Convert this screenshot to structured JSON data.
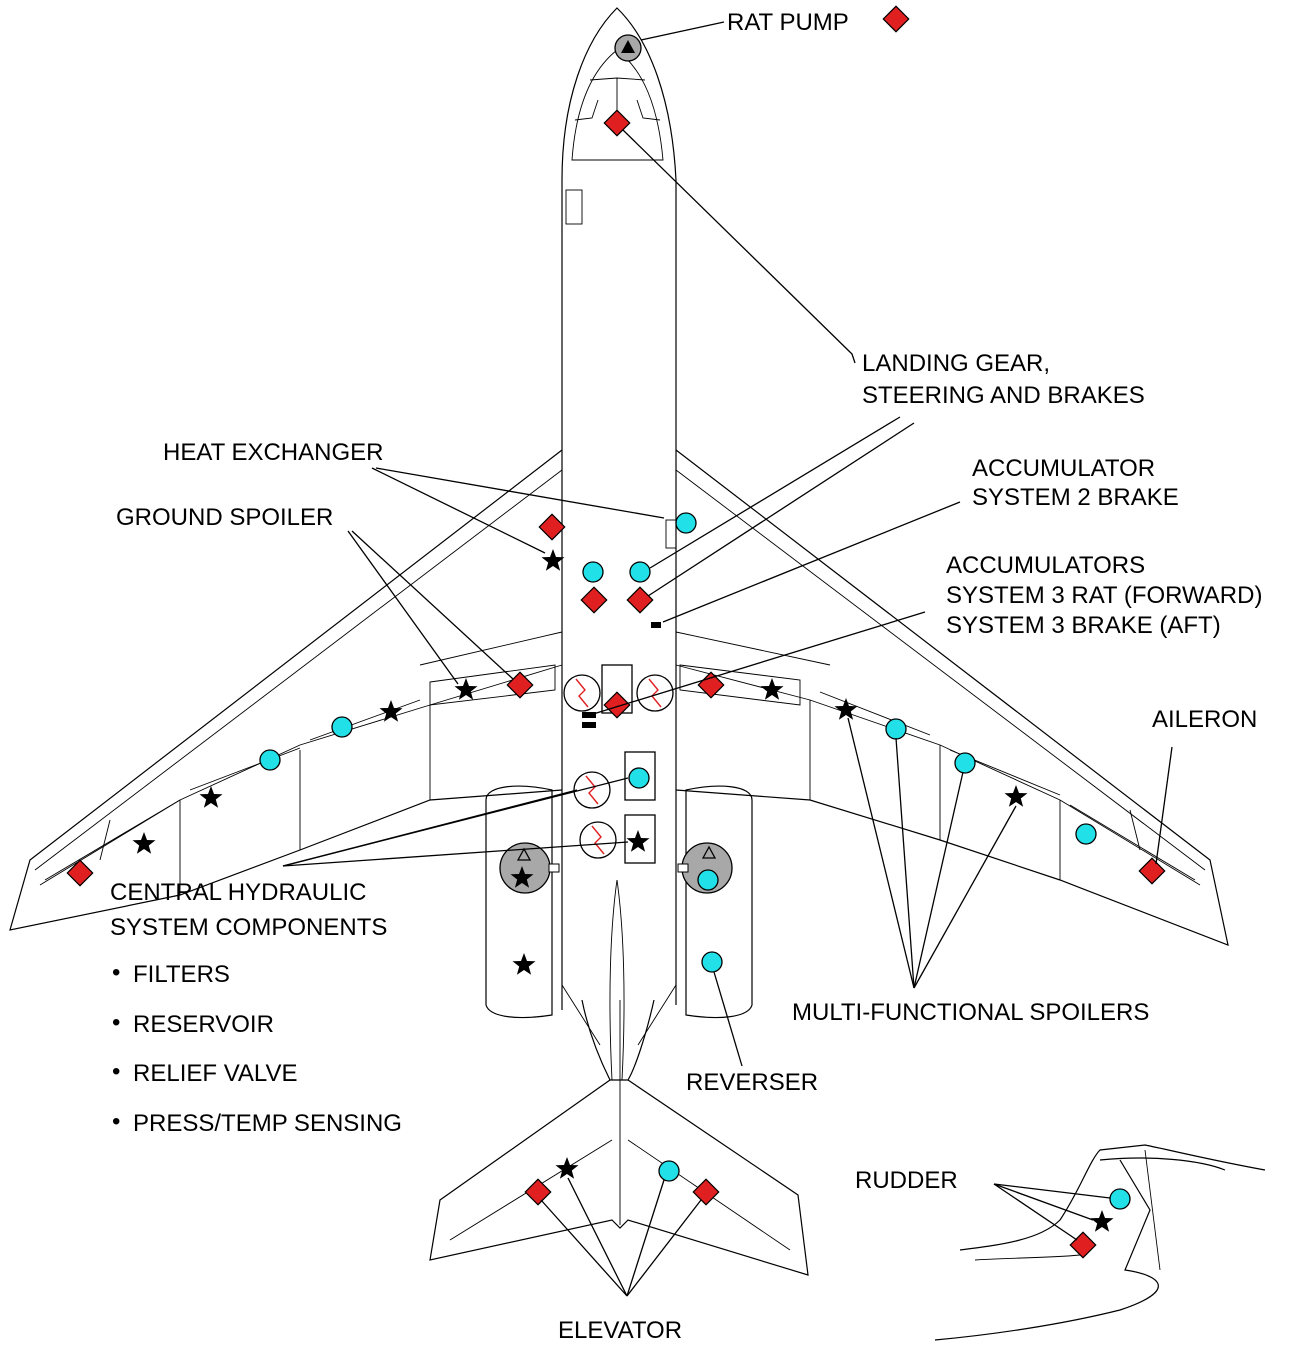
{
  "labels": {
    "rat_pump": "RAT PUMP",
    "landing_gear_1": "LANDING GEAR,",
    "landing_gear_2": "STEERING AND BRAKES",
    "heat_exchanger": "HEAT EXCHANGER",
    "ground_spoiler": "GROUND SPOILER",
    "accumulator_1": "ACCUMULATOR",
    "accumulator_2": "SYSTEM 2 BRAKE",
    "accumulators_1": "ACCUMULATORS",
    "accumulators_2": "SYSTEM 3 RAT (FORWARD)",
    "accumulators_3": "SYSTEM 3 BRAKE (AFT)",
    "aileron": "AILERON",
    "central_1": "CENTRAL HYDRAULIC",
    "central_2": "SYSTEM COMPONENTS",
    "bullet_1": "FILTERS",
    "bullet_2": "RESERVOIR",
    "bullet_3": "RELIEF VALVE",
    "bullet_4": "PRESS/TEMP SENSING",
    "multi_spoilers": "MULTI-FUNCTIONAL SPOILERS",
    "reverser": "REVERSER",
    "rudder": "RUDDER",
    "elevator": "ELEVATOR"
  },
  "colors": {
    "system_1_diamond": "#e02020",
    "system_2_circle": "#22e0e8",
    "system_3_star": "#000000",
    "engine_pump": "#a8a8a8"
  },
  "icons": {
    "diamond": "red-diamond-icon",
    "circle": "cyan-circle-icon",
    "star": "black-star-icon",
    "pump": "pump-icon"
  }
}
